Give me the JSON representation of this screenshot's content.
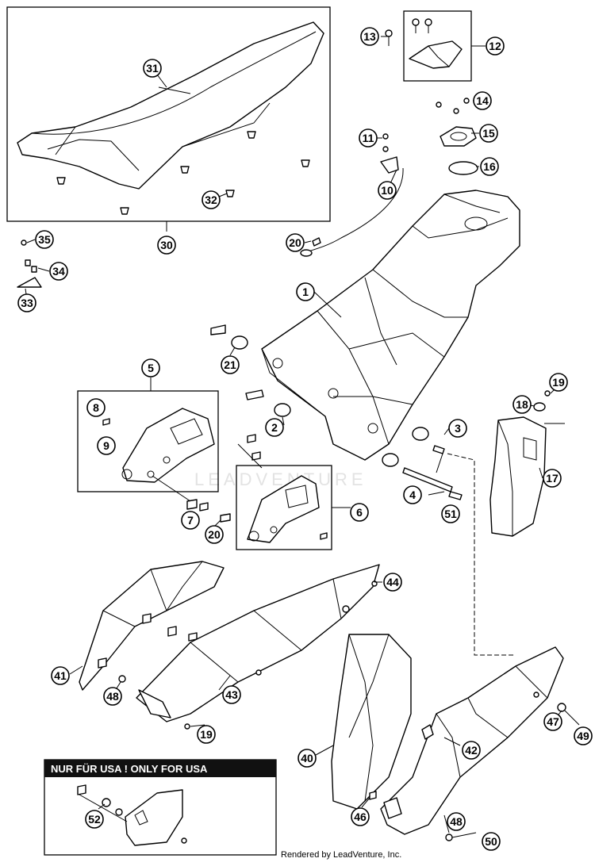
{
  "callouts": [
    {
      "n": "31"
    },
    {
      "n": "32"
    },
    {
      "n": "30"
    },
    {
      "n": "35"
    },
    {
      "n": "34"
    },
    {
      "n": "33"
    },
    {
      "n": "13"
    },
    {
      "n": "12"
    },
    {
      "n": "14"
    },
    {
      "n": "15"
    },
    {
      "n": "16"
    },
    {
      "n": "11"
    },
    {
      "n": "10"
    },
    {
      "n": "20"
    },
    {
      "n": "1"
    },
    {
      "n": "21"
    },
    {
      "n": "5"
    },
    {
      "n": "8"
    },
    {
      "n": "9"
    },
    {
      "n": "2"
    },
    {
      "n": "3"
    },
    {
      "n": "4"
    },
    {
      "n": "51"
    },
    {
      "n": "19"
    },
    {
      "n": "18"
    },
    {
      "n": "17"
    },
    {
      "n": "7"
    },
    {
      "n": "20"
    },
    {
      "n": "6"
    },
    {
      "n": "44"
    },
    {
      "n": "41"
    },
    {
      "n": "48"
    },
    {
      "n": "43"
    },
    {
      "n": "19"
    },
    {
      "n": "40"
    },
    {
      "n": "42"
    },
    {
      "n": "47"
    },
    {
      "n": "49"
    },
    {
      "n": "46"
    },
    {
      "n": "48"
    },
    {
      "n": "50"
    },
    {
      "n": "52"
    }
  ],
  "usa_label": "NUR FÜR USA ! ONLY FOR USA",
  "watermark": "LEADVENTURE",
  "credit": "Rendered by LeadVenture, Inc."
}
